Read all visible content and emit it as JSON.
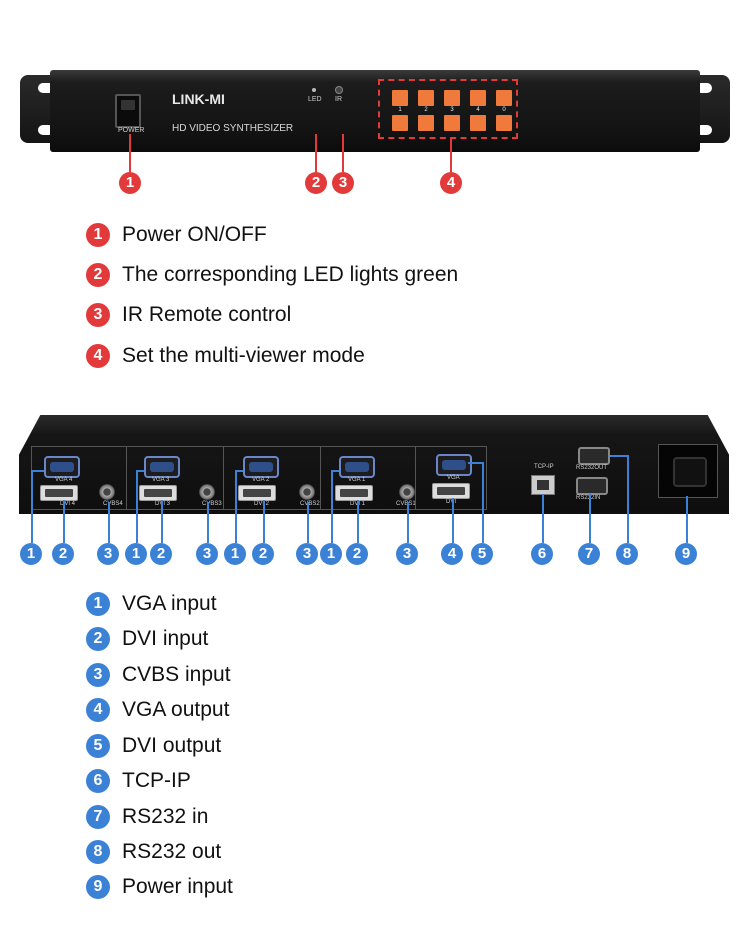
{
  "colors": {
    "red": "#e23a3a",
    "blue": "#3b82d6",
    "key_orange": "#f07a3c",
    "panel": "#141414"
  },
  "front_panel": {
    "brand": "LINK-MI",
    "model_label": "HD VIDEO SYNTHESIZER",
    "power_label": "POWER",
    "led_label": "LED",
    "ir_label": "IR",
    "keys_top": [
      "1",
      "2",
      "3",
      "4",
      "0"
    ]
  },
  "rear_panel": {
    "ports": {
      "vga_4": "VGA 4",
      "dvi_4": "DVI 4",
      "cvbs_4": "CVBS4",
      "vga_3": "VGA 3",
      "dvi_3": "DVI 3",
      "cvbs_3": "CVBS3",
      "vga_2": "VGA 2",
      "dvi_2": "DVI 2",
      "cvbs_2": "CVBS2",
      "vga_1": "VGA 1",
      "dvi_1": "DVI 1",
      "cvbs_1": "CVBS1",
      "vga_out": "VGA",
      "dvi_out": "DVI",
      "tcp_ip": "TCP-IP",
      "rs232_out": "RS232OUT",
      "rs232_in": "RS232IN"
    }
  },
  "front_markers": [
    "1",
    "2",
    "3",
    "4"
  ],
  "front_legend": [
    {
      "num": "1",
      "text": "Power ON/OFF"
    },
    {
      "num": "2",
      "text": "The corresponding LED lights green"
    },
    {
      "num": "3",
      "text": "IR Remote control"
    },
    {
      "num": "4",
      "text": "Set the  multi-viewer mode"
    }
  ],
  "rear_markers": [
    "1",
    "2",
    "3",
    "1",
    "2",
    "3",
    "1",
    "2",
    "3",
    "1",
    "2",
    "3",
    "4",
    "5",
    "6",
    "7",
    "8",
    "9"
  ],
  "rear_legend": [
    {
      "num": "1",
      "text": "VGA input"
    },
    {
      "num": "2",
      "text": "DVI input"
    },
    {
      "num": "3",
      "text": "CVBS input"
    },
    {
      "num": "4",
      "text": "VGA output"
    },
    {
      "num": "5",
      "text": "DVI output"
    },
    {
      "num": "6",
      "text": "TCP-IP"
    },
    {
      "num": "7",
      "text": "RS232 in"
    },
    {
      "num": "8",
      "text": "RS232 out"
    },
    {
      "num": "9",
      "text": "Power input"
    }
  ]
}
